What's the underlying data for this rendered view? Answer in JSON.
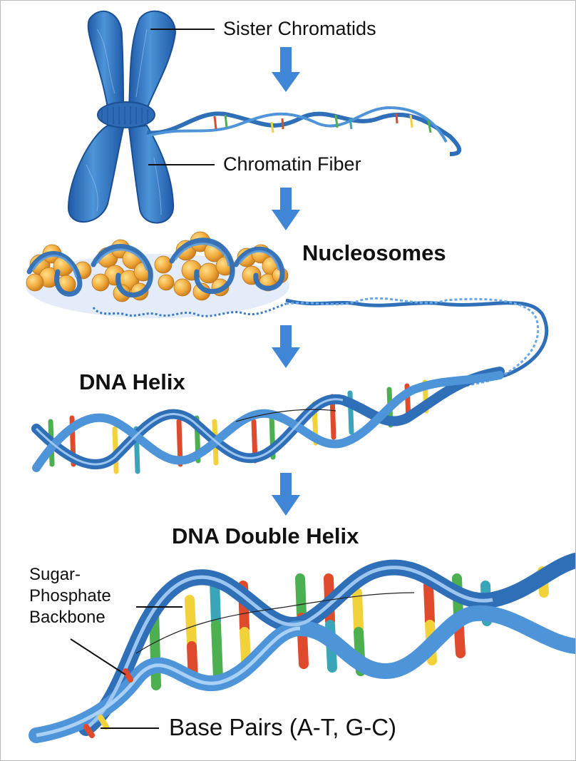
{
  "labels": {
    "sister_chromatids": "Sister Chromatids",
    "chromatin_fiber": "Chromatin Fiber",
    "nucleosomes": "Nucleosomes",
    "dna_helix": "DNA Helix",
    "dna_double_helix": "DNA Double Helix",
    "sugar_phosphate_line1": "Sugar-",
    "sugar_phosphate_line2": "Phosphate",
    "sugar_phosphate_line3": "Backbone",
    "base_pairs": "Base Pairs (A-T, G-C)"
  },
  "colors": {
    "chromosome_blue": "#3a7cc4",
    "backbone_blue": "#2f6fb8",
    "arrow_blue": "#3f86d6",
    "histone_orange": "#f0a93b",
    "base_red": "#e04a2c",
    "base_yellow": "#f2d23a",
    "base_green": "#4caf50",
    "base_teal": "#3aa5b8"
  }
}
